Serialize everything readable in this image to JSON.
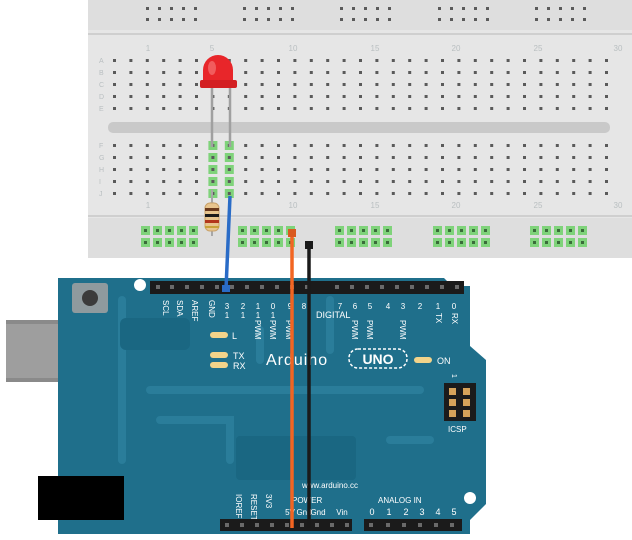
{
  "breadboard": {
    "column_numbers": [
      "1",
      "5",
      "10",
      "15",
      "20",
      "25",
      "30"
    ],
    "rows_top": [
      "A",
      "B",
      "C",
      "D",
      "E"
    ],
    "rows_bottom": [
      "F",
      "G",
      "H",
      "I",
      "J"
    ]
  },
  "board": {
    "logo": "Arduino",
    "model": "UNO",
    "url": "www.arduino.cc",
    "on_label": "ON",
    "icsp_label": "ICSP",
    "icsp_pin1": "1",
    "digital_label": "DIGITAL",
    "power_label": "POWER",
    "analog_label": "ANALOG IN",
    "l_label": "L",
    "tx_led_label": "TX",
    "rx_led_label": "RX",
    "top_header_labels": [
      "SCL",
      "SDA",
      "AREF",
      "GND",
      "13",
      "12",
      "~11",
      "~10",
      "~9",
      "8",
      "7",
      "~6",
      "~5",
      "4",
      "~3",
      "2",
      "TX 1",
      "RX 0"
    ],
    "digital_numbers": [
      "3",
      "2",
      "1",
      "0",
      "9",
      "8",
      "7",
      "6",
      "5",
      "4",
      "3",
      "2",
      "1",
      "0"
    ],
    "digital_sub": [
      "1",
      "1",
      "1",
      "1"
    ],
    "pwm_labels": [
      "PWM",
      "PWM",
      "PWM",
      "PWM",
      "PWM",
      "PWM"
    ],
    "tx_label": "TX",
    "rx_label": "RX",
    "power_pins": [
      "IOREF",
      "RESET",
      "3V3",
      "5V",
      "Gnd",
      "Gnd",
      "Vin"
    ],
    "analog_pins": [
      "0",
      "1",
      "2",
      "3",
      "4",
      "5"
    ]
  },
  "colors": {
    "board": "#1f6f8b",
    "breadboard": "#e6e6e6",
    "led": "#e8262a",
    "wire_blue": "#2a6cc7",
    "wire_orange": "#f26522",
    "wire_black": "#1a1a1a",
    "hole_active": "#7fd37a"
  }
}
